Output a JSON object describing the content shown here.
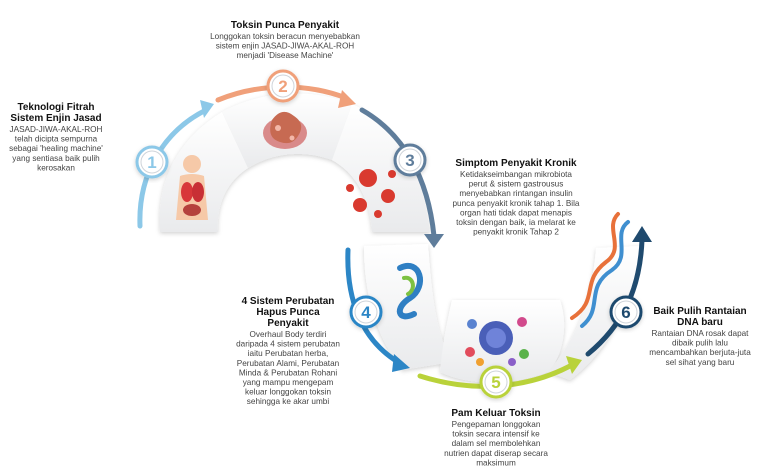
{
  "colors": {
    "step1": "#8cc8e8",
    "step2": "#f0a07a",
    "step3": "#5f7d9b",
    "step4": "#2c86c6",
    "step5": "#b9d23a",
    "step6": "#1f4a6e"
  },
  "steps": [
    {
      "number": "1",
      "title_lines": [
        "Teknologi Fitrah",
        "Sistem Enjin Jasad"
      ],
      "body_lines": [
        "JASAD-JIWA-AKAL-ROH",
        "telah dicipta sempurna",
        "sebagai 'healing machine'",
        "yang sentiasa baik pulih",
        "kerosakan"
      ],
      "image_icon": "human-anatomy-icon"
    },
    {
      "number": "2",
      "title_lines": [
        "Toksin Punca Penyakit"
      ],
      "body_lines": [
        "Longgokan toksin beracun menyebabkan",
        "sistem enjin JASAD-JIWA-AKAL-ROH",
        "menjadi 'Disease Machine'"
      ],
      "image_icon": "toxic-organ-icon"
    },
    {
      "number": "3",
      "title_lines": [
        "Simptom Penyakit Kronik"
      ],
      "body_lines": [
        "Ketidakseimbangan mikrobiota",
        "perut & sistem gastrousus",
        "menyebabkan rintangan insulin",
        "punca penyakit kronik tahap 1. Bila",
        "organ hati tidak dapat menapis",
        "toksin dengan baik, ia melarat ke",
        "penyakit kronik Tahap 2"
      ],
      "image_icon": "virus-icon"
    },
    {
      "number": "4",
      "title_lines": [
        "4 Sistem Perubatan",
        "Hapus Punca",
        "Penyakit"
      ],
      "body_lines": [
        "Overhaul Body terdiri",
        "daripada 4 sistem perubatan",
        "iaitu Perubatan herba,",
        "Perubatan Alami, Perubatan",
        "Minda & Perubatan Rohani",
        "yang mampu mengepam",
        "keluar longgokan toksin",
        "sehingga ke akar umbi"
      ],
      "image_icon": "intestine-icon"
    },
    {
      "number": "5",
      "title_lines": [
        "Pam Keluar Toksin"
      ],
      "body_lines": [
        "Pengepaman longgokan",
        "toksin secara intensif ke",
        "dalam sel membolehkan",
        "nutrien dapat diserap secara",
        "maksimum"
      ],
      "image_icon": "cell-nutrient-icon"
    },
    {
      "number": "6",
      "title_lines": [
        "Baik Pulih Rantaian",
        "DNA baru"
      ],
      "body_lines": [
        "Rantaian DNA rosak dapat",
        "dibaik pulih lalu",
        "mencambahkan berjuta-juta",
        "sel sihat yang baru"
      ],
      "image_icon": "dna-helix-icon"
    }
  ]
}
